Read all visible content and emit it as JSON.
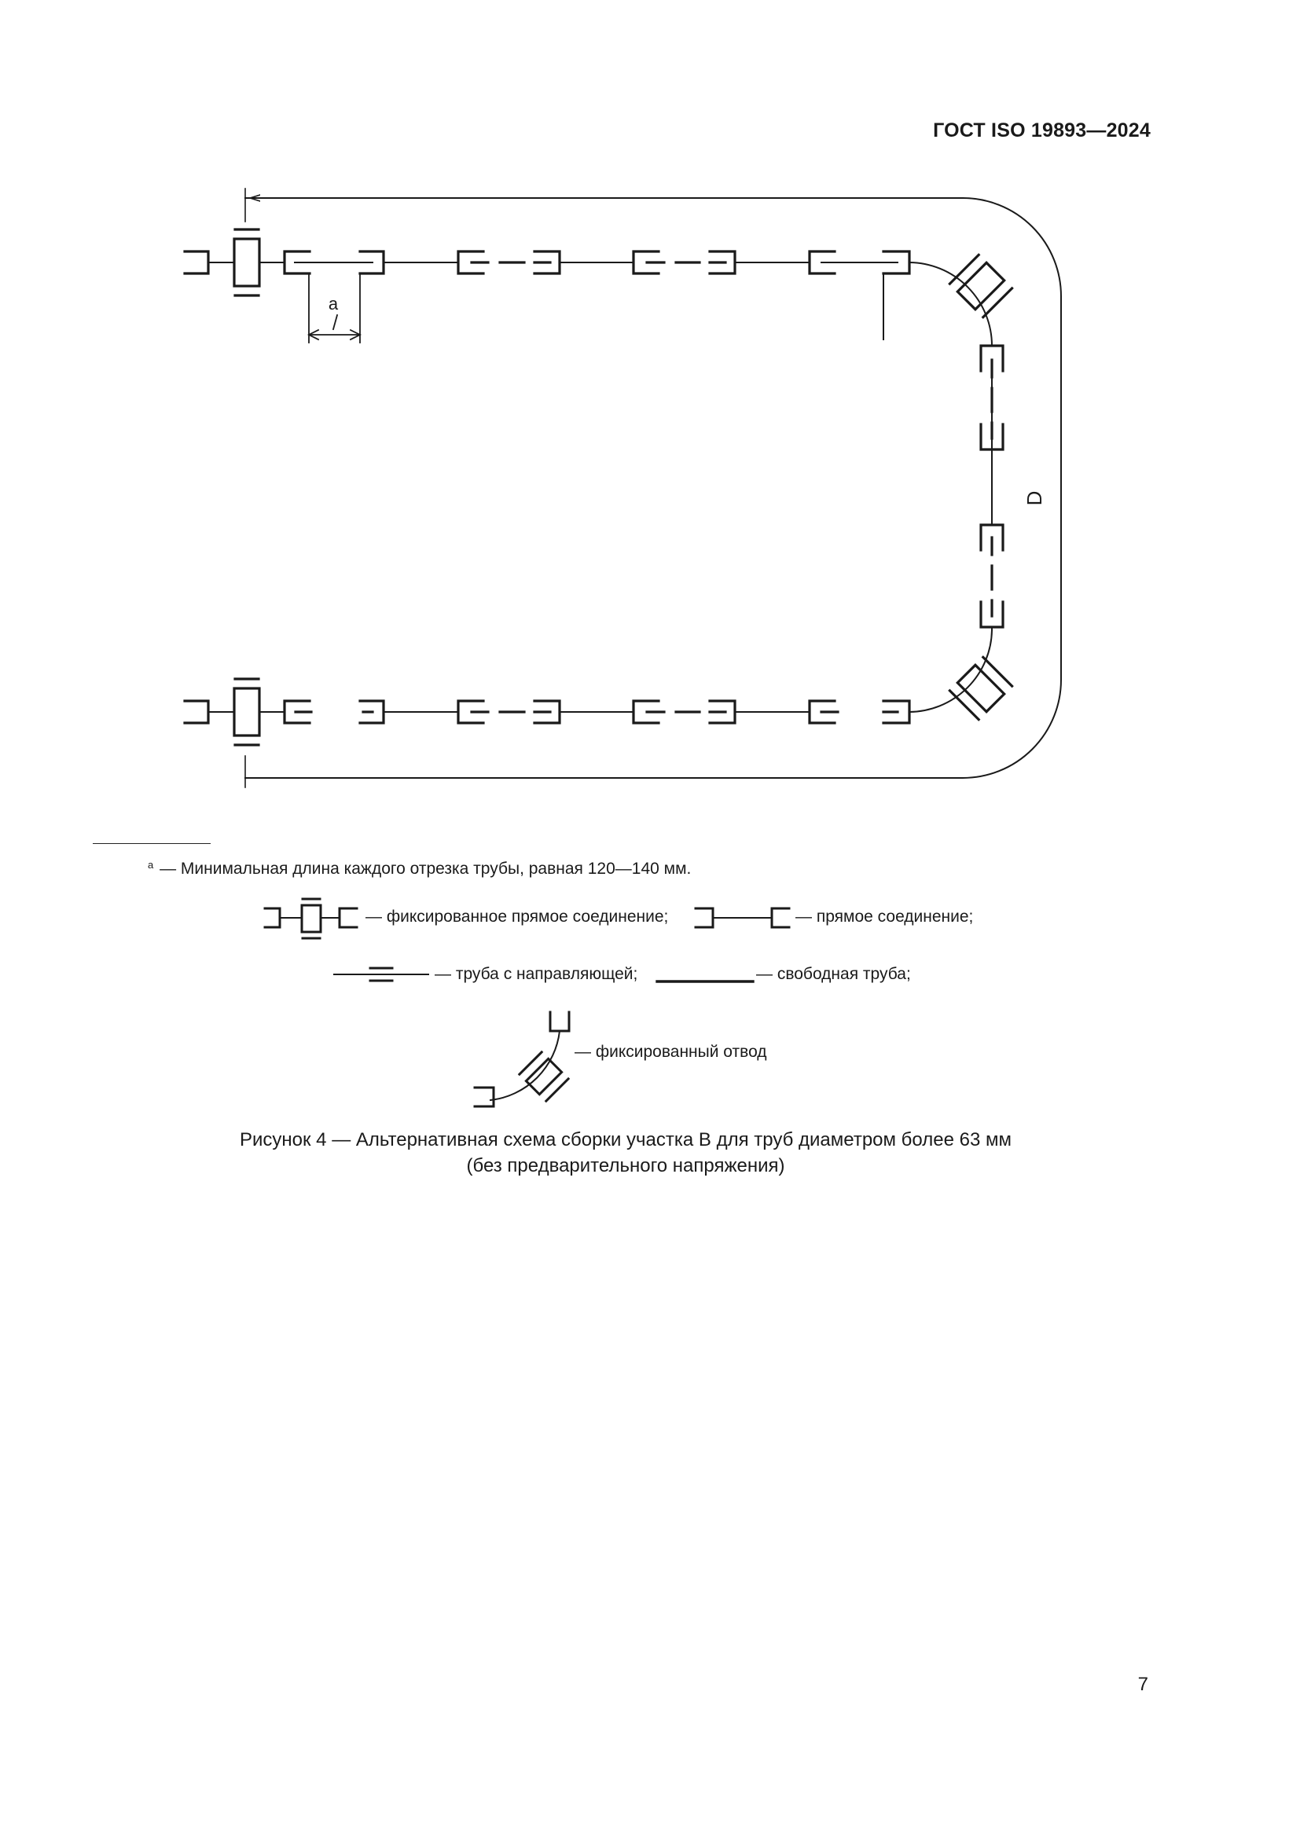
{
  "header": {
    "standard": "ГОСТ ISO 19893—2024"
  },
  "figure": {
    "dimension_labels": {
      "a": "a",
      "d": "D"
    }
  },
  "footnote": {
    "marker": "a",
    "text": "— Минимальная длина каждого отрезка трубы, равная 120—140 мм."
  },
  "legend": {
    "fixed_straight_joint": "— фиксированное прямое соединение;",
    "straight_joint": "— прямое соединение;",
    "guided_pipe": "— труба с направляющей;",
    "free_pipe": "— свободная труба;",
    "fixed_bend": "— фиксированный отвод"
  },
  "caption": {
    "line1": "Рисунок 4 — Альтернативная схема сборки участка B для труб диаметром более 63 мм",
    "line2": "(без предварительного напряжения)"
  },
  "page_number": "7"
}
